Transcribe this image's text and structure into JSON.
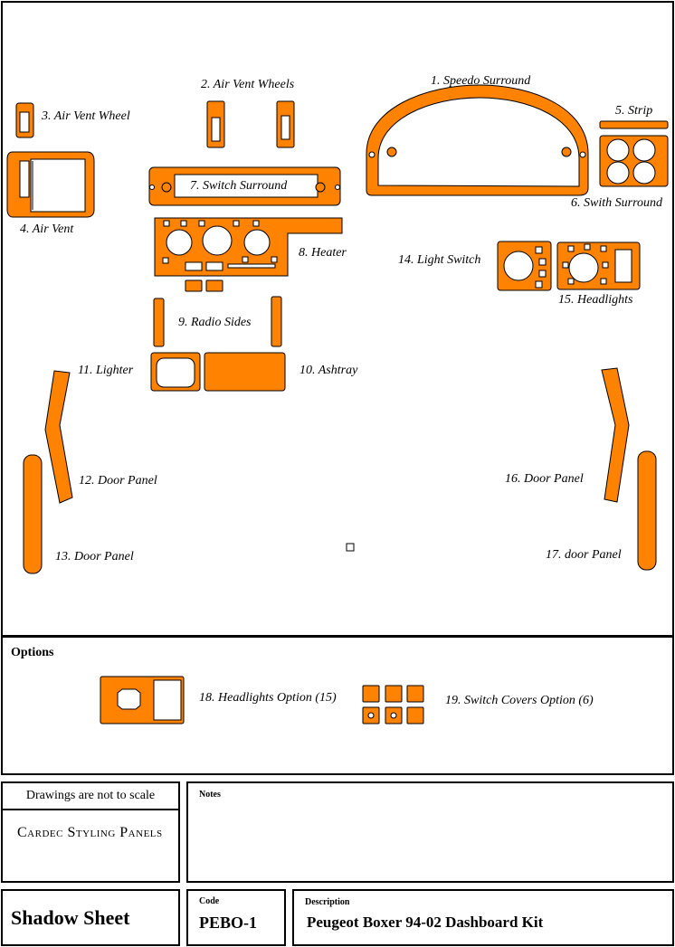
{
  "colors": {
    "panel": "#ff8200",
    "outline": "#000000",
    "background": "#ffffff"
  },
  "parts": [
    {
      "id": "speedo-surround",
      "label": "1. Speedo Surround"
    },
    {
      "id": "air-vent-wheels",
      "label": "2. Air Vent Wheels"
    },
    {
      "id": "air-vent-wheel",
      "label": "3. Air Vent Wheel"
    },
    {
      "id": "air-vent",
      "label": "4. Air Vent"
    },
    {
      "id": "strip",
      "label": "5. Strip"
    },
    {
      "id": "swith-surround",
      "label": "6. Swith Surround"
    },
    {
      "id": "switch-surround",
      "label": "7. Switch Surround"
    },
    {
      "id": "heater",
      "label": "8. Heater"
    },
    {
      "id": "radio-sides",
      "label": "9. Radio Sides"
    },
    {
      "id": "ashtray",
      "label": "10. Ashtray"
    },
    {
      "id": "lighter",
      "label": "11. Lighter"
    },
    {
      "id": "door-panel-12",
      "label": "12. Door Panel"
    },
    {
      "id": "door-panel-13",
      "label": "13. Door Panel"
    },
    {
      "id": "light-switch",
      "label": "14. Light Switch"
    },
    {
      "id": "headlights",
      "label": "15. Headlights"
    },
    {
      "id": "door-panel-16",
      "label": "16. Door Panel"
    },
    {
      "id": "door-panel-17",
      "label": "17. door Panel"
    }
  ],
  "options": {
    "heading": "Options",
    "items": [
      {
        "id": "headlights-option",
        "label": "18. Headlights Option (15)"
      },
      {
        "id": "switch-covers-option",
        "label": "19. Switch Covers Option (6)"
      }
    ]
  },
  "footer": {
    "scale_note": "Drawings are not to scale",
    "brand": "Cardec Styling Panels",
    "notes_label": "Notes",
    "sheet_title": "Shadow Sheet",
    "code_label": "Code",
    "code_value": "PEBO-1",
    "description_label": "Description",
    "description_value": "Peugeot Boxer 94-02 Dashboard Kit"
  }
}
